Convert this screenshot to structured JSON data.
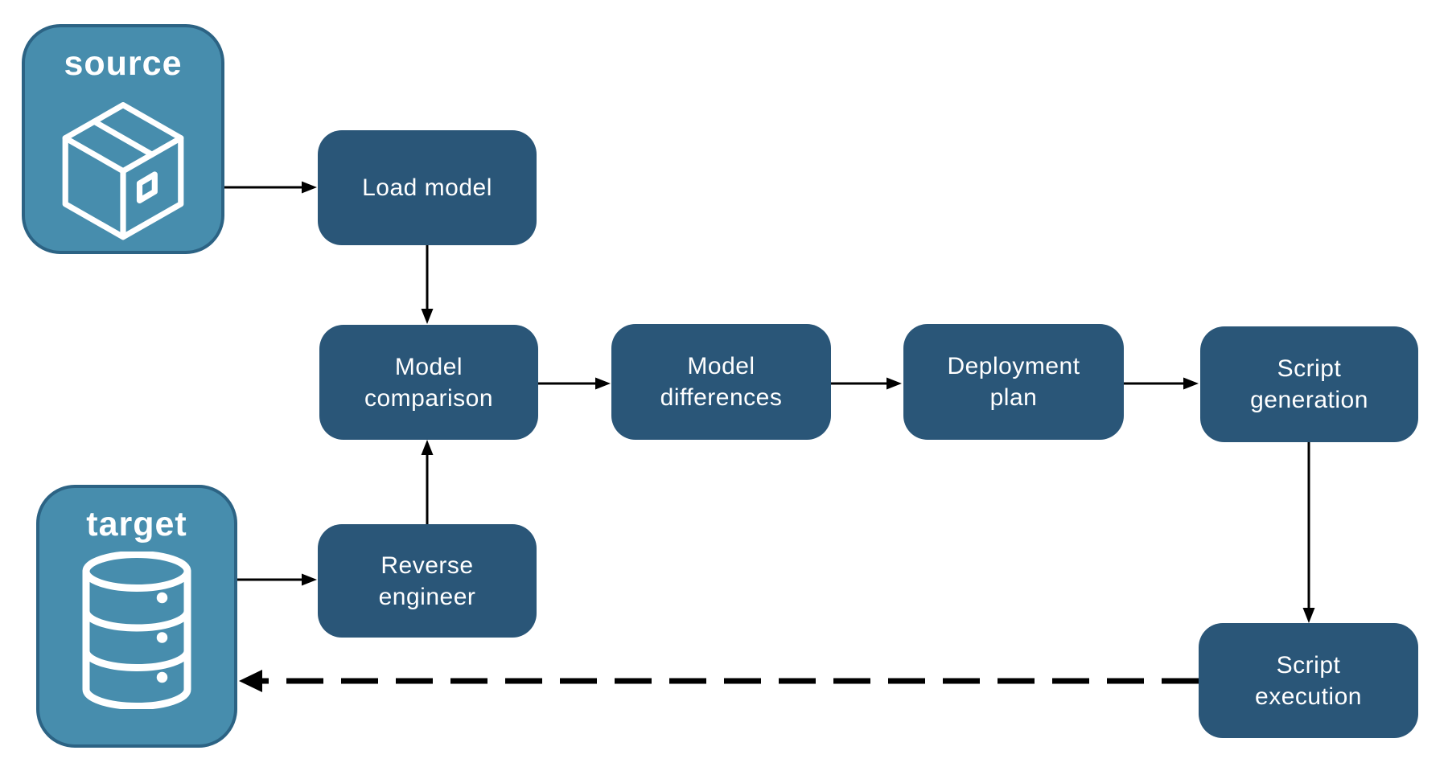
{
  "diagram": {
    "background": "#ffffff",
    "colors": {
      "background": "#ffffff",
      "endpoint_fill": "#478DAD",
      "endpoint_border": "#2C6384",
      "process_fill": "#2A5678",
      "label_text": "#FFFFFF",
      "arrow": "#000000"
    },
    "endpoints": {
      "source": {
        "label": "source",
        "icon": "package-icon"
      },
      "target": {
        "label": "target",
        "icon": "database-icon"
      }
    },
    "processes": {
      "load_model": {
        "lines": [
          "Load model"
        ]
      },
      "model_comparison": {
        "lines": [
          "Model",
          "comparison"
        ]
      },
      "model_differences": {
        "lines": [
          "Model",
          "differences"
        ]
      },
      "deployment_plan": {
        "lines": [
          "Deployment",
          "plan"
        ]
      },
      "script_generation": {
        "lines": [
          "Script",
          "generation"
        ]
      },
      "reverse_engineer": {
        "lines": [
          "Reverse",
          "engineer"
        ]
      },
      "script_execution": {
        "lines": [
          "Script",
          "execution"
        ]
      }
    },
    "flows": [
      {
        "from": "source",
        "to": "load_model",
        "style": "solid"
      },
      {
        "from": "load_model",
        "to": "model_comparison",
        "style": "solid"
      },
      {
        "from": "target",
        "to": "reverse_engineer",
        "style": "solid"
      },
      {
        "from": "reverse_engineer",
        "to": "model_comparison",
        "style": "solid"
      },
      {
        "from": "model_comparison",
        "to": "model_differences",
        "style": "solid"
      },
      {
        "from": "model_differences",
        "to": "deployment_plan",
        "style": "solid"
      },
      {
        "from": "deployment_plan",
        "to": "script_generation",
        "style": "solid"
      },
      {
        "from": "script_generation",
        "to": "script_execution",
        "style": "solid"
      },
      {
        "from": "script_execution",
        "to": "target",
        "style": "dashed"
      }
    ]
  }
}
